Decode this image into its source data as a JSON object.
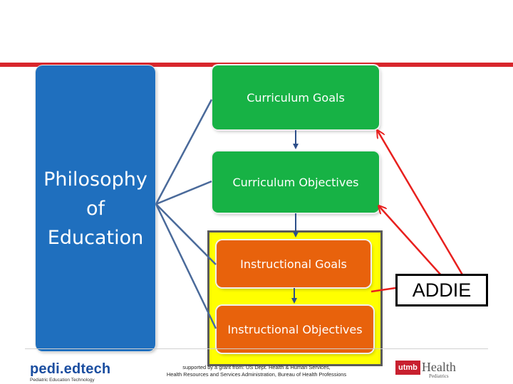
{
  "philosophy": {
    "label": "Philosophy\nof\nEducation"
  },
  "boxes": {
    "curriculum_goals": "Curriculum Goals",
    "curriculum_objectives": "Curriculum Objectives",
    "instructional_goals": "Instructional Goals",
    "instructional_objectives": "Instructional Objectives"
  },
  "addie": "ADDIE",
  "footer": {
    "logo_left": "pedi.edtech",
    "logo_left_sub": "Pediatric Education Technology",
    "support_line1": "supported by a grant from: US Dept. Health & Human Services,",
    "support_line2": "Health Resources and Services Administration, Bureau of Health Professions",
    "utmb_badge": "utmb",
    "utmb_health": "Health",
    "utmb_sub": "Pediatrics"
  },
  "colors": {
    "accent_red": "#d8262c",
    "philosophy_blue": "#1f6fbe",
    "green": "#17b245",
    "orange": "#e8620c",
    "highlight_yellow": "#ffff00"
  }
}
